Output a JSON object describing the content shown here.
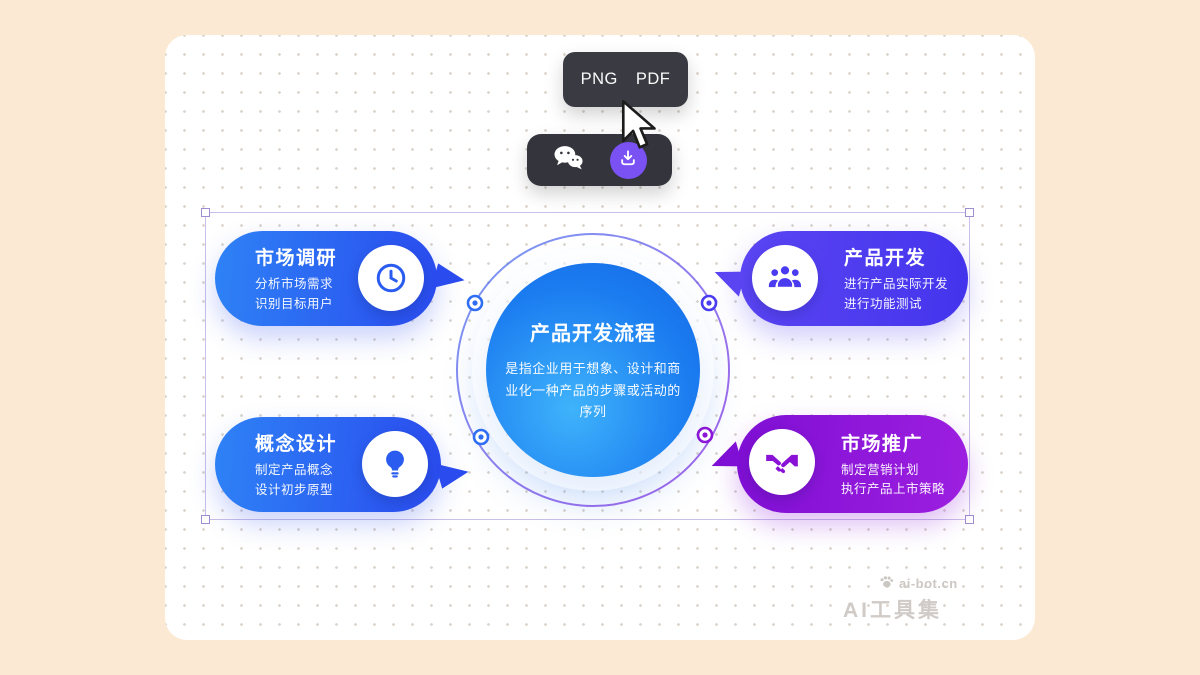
{
  "export_menu": {
    "png_label": "PNG",
    "pdf_label": "PDF"
  },
  "share_toolbar": {
    "wechat_icon": "wechat-icon",
    "download_icon": "download-icon"
  },
  "diagram": {
    "center": {
      "title": "产品开发流程",
      "description": "是指企业用于想象、设计和商业化一种产品的步骤或活动的序列"
    },
    "nodes": [
      {
        "id": "market-research",
        "title": "市场调研",
        "lines": [
          "分析市场需求",
          "识别目标用户"
        ],
        "icon": "clock-icon",
        "color_start": "#2e82f6",
        "color_end": "#2a4bee"
      },
      {
        "id": "product-development",
        "title": "产品开发",
        "lines": [
          "进行产品实际开发",
          "进行功能测试"
        ],
        "icon": "team-icon",
        "color_start": "#5b45f3",
        "color_end": "#4334ec"
      },
      {
        "id": "concept-design",
        "title": "概念设计",
        "lines": [
          "制定产品概念",
          "设计初步原型"
        ],
        "icon": "bulb-icon",
        "color_start": "#2e82f6",
        "color_end": "#2a4bee"
      },
      {
        "id": "marketing",
        "title": "市场推广",
        "lines": [
          "制定营销计划",
          "执行产品上市策略"
        ],
        "icon": "handshake-icon",
        "color_start": "#7f0fd4",
        "color_end": "#9d1fe0"
      }
    ]
  },
  "watermark": {
    "domain": "ai-bot.cn",
    "name": "AI工具集"
  },
  "colors": {
    "page_background": "#fbe9d3",
    "canvas_background": "#ffffff",
    "tooltip_background": "#3a3a42",
    "download_accent": "#7a52f4",
    "center_blue": "#1b7cf0",
    "ring_blue": "#4a7bf0",
    "ring_purple": "#8b2be0",
    "selection_border": "#c9bfe8"
  }
}
